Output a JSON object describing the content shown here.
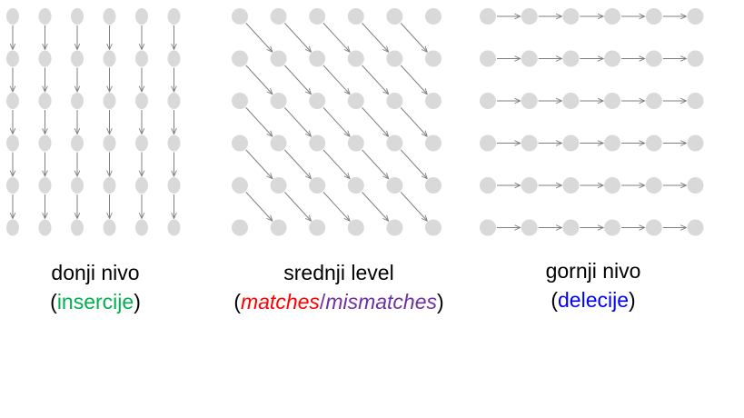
{
  "colors": {
    "node": "#d9d9d9",
    "edge": "#7f7f7f",
    "insertions": "#00b050",
    "matches": "#ff0000",
    "mismatches": "#7030a0",
    "deletions": "#0000ff"
  },
  "panels": [
    {
      "id": "lower",
      "edge_direction": "down",
      "rows": 6,
      "cols": 6,
      "title": "donji nivo",
      "subtitle_open": "(",
      "subtitle_word": "insercije",
      "subtitle_close": ")"
    },
    {
      "id": "middle",
      "edge_direction": "diagonal",
      "rows": 6,
      "cols": 6,
      "title": "srednji level",
      "subtitle_open": "(",
      "subtitle_word1": "matches",
      "subtitle_sep": "/",
      "subtitle_word2": "mismatches",
      "subtitle_close": ")"
    },
    {
      "id": "upper",
      "edge_direction": "right",
      "rows": 6,
      "cols": 6,
      "title": "gornji nivo",
      "subtitle_open": "(",
      "subtitle_word": "delecije",
      "subtitle_close": ")"
    }
  ]
}
